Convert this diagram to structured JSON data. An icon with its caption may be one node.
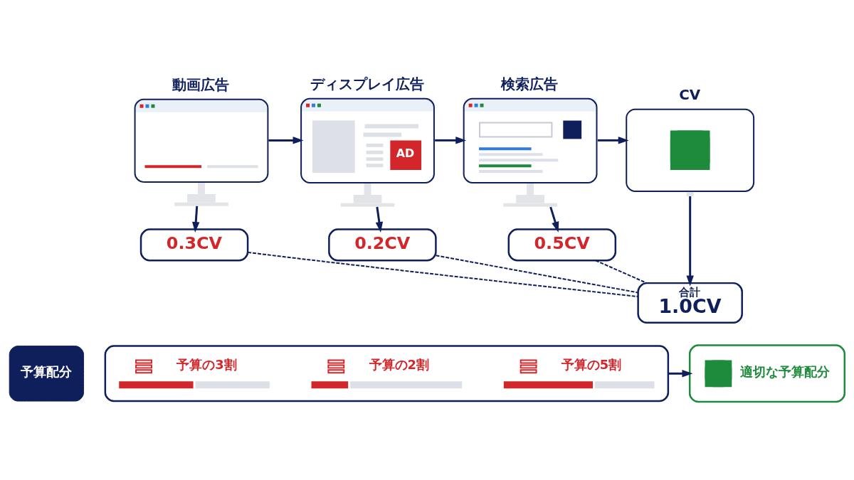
{
  "diagram": {
    "nodes": [
      {
        "text": [
          "動画広告"
        ]
      },
      {
        "text": [
          "ディスプレイ広告",
          "AD"
        ]
      },
      {
        "text": [
          "検索広告"
        ]
      },
      {
        "text": [
          "CV"
        ]
      },
      {
        "text": [
          "0.3CV"
        ]
      },
      {
        "text": [
          "0.2CV"
        ]
      },
      {
        "text": [
          "0.5CV"
        ]
      },
      {
        "text": [
          "合計",
          "1.0CV"
        ]
      },
      {
        "text": [
          "予算配分"
        ]
      },
      {
        "text": [],
        "shape": "box"
      },
      {
        "text": [
          "予算の3割"
        ],
        "in": 9
      },
      {
        "text": [
          "予算の2割"
        ],
        "in": 9
      },
      {
        "text": [
          "予算の5割"
        ],
        "in": 9
      },
      {
        "text": [
          "適切な予算配分"
        ]
      }
    ],
    "edges": [
      {
        "from": 0,
        "to": 1,
        "arrow": "to"
      },
      {
        "from": 1,
        "to": 2,
        "arrow": "to"
      },
      {
        "from": 2,
        "to": 3,
        "arrow": "to"
      },
      {
        "from": 0,
        "to": 4,
        "arrow": "to"
      },
      {
        "from": 1,
        "to": 5,
        "arrow": "to"
      },
      {
        "from": 2,
        "to": 6,
        "arrow": "to"
      },
      {
        "from": 3,
        "to": 7,
        "arrow": "to"
      },
      {
        "from": 4,
        "to": 7,
        "arrow": "none",
        "style": "dashed"
      },
      {
        "from": 5,
        "to": 7,
        "arrow": "none",
        "style": "dashed"
      },
      {
        "from": 6,
        "to": 7,
        "arrow": "none",
        "style": "dashed"
      },
      {
        "from": 9,
        "to": 13,
        "arrow": "to"
      }
    ]
  }
}
